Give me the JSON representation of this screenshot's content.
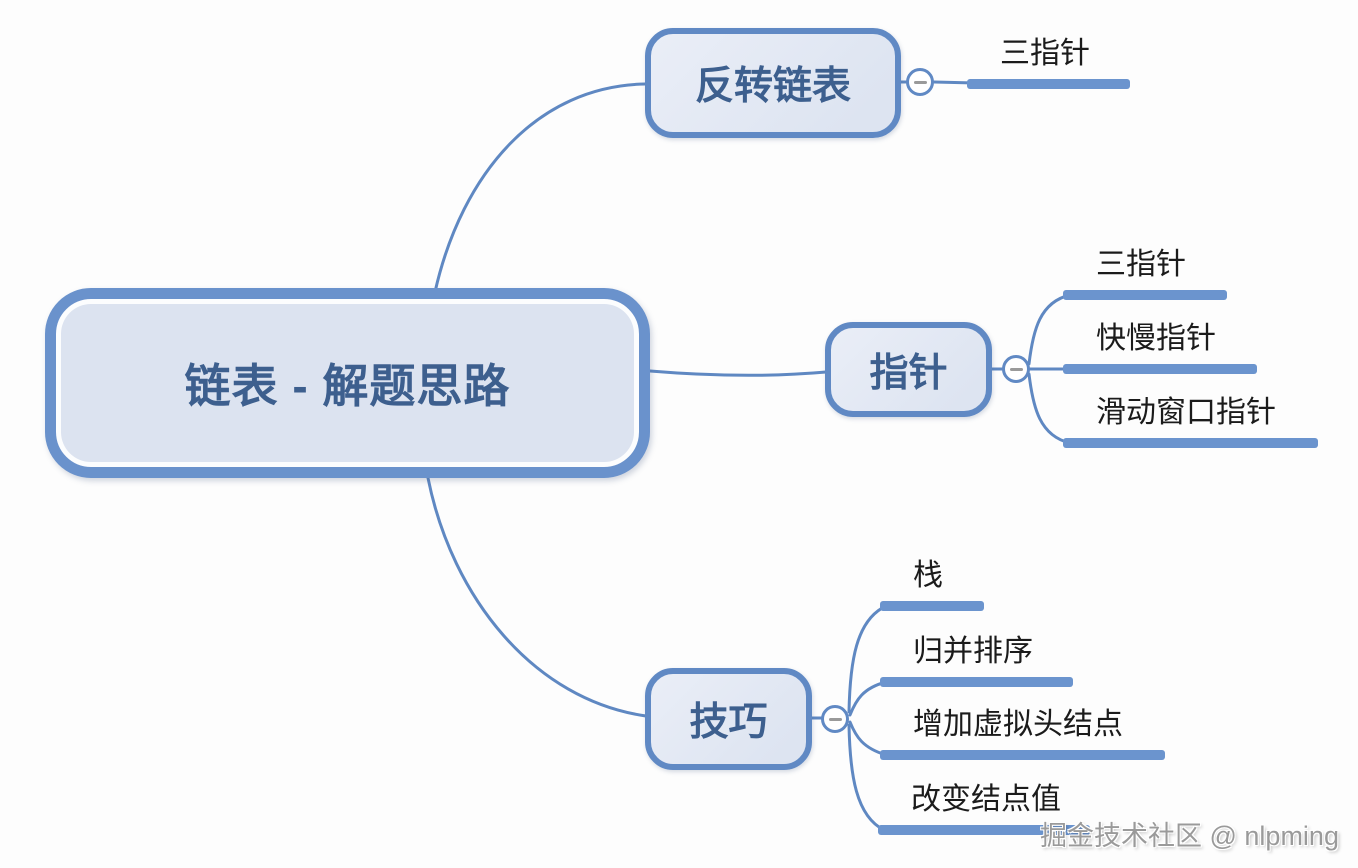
{
  "central": {
    "label": "链表 - 解题思路"
  },
  "branches": [
    {
      "label": "反转链表",
      "children": [
        {
          "label": "三指针"
        }
      ]
    },
    {
      "label": "指针",
      "children": [
        {
          "label": "三指针"
        },
        {
          "label": "快慢指针"
        },
        {
          "label": "滑动窗口指针"
        }
      ]
    },
    {
      "label": "技巧",
      "children": [
        {
          "label": "栈"
        },
        {
          "label": "归并排序"
        },
        {
          "label": "增加虚拟头结点"
        },
        {
          "label": "改变结点值"
        }
      ]
    }
  ],
  "watermark": "掘金技术社区 @ nlpming",
  "colors": {
    "branch_line": "#5f88c2",
    "node_border": "#6089c4",
    "node_fill": "#dde4f1",
    "central_border": "#6a92cc",
    "central_fill": "#dce3f0",
    "leaf_bar": "#6b94ce",
    "node_text": "#3d5f8e",
    "leaf_text": "#1b1b1b",
    "collapse_minus": "#9a9a9a"
  }
}
